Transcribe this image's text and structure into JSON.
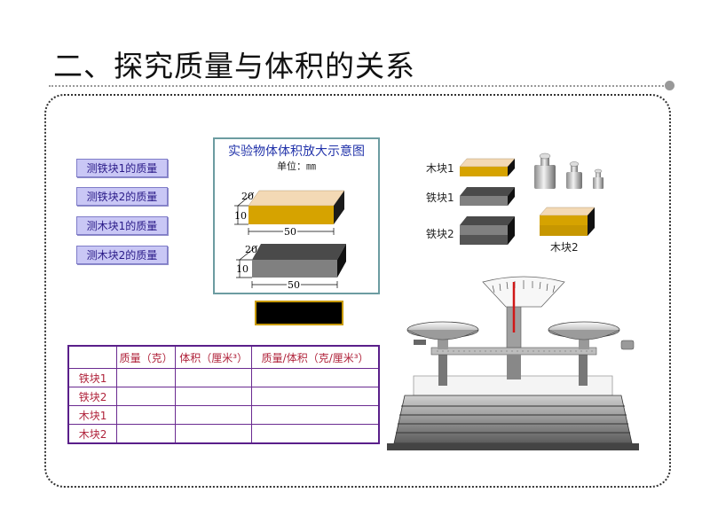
{
  "slide": {
    "title": "二、探究质量与体积的关系"
  },
  "buttons": [
    {
      "label": "测铁块1的质量"
    },
    {
      "label": "测铁块2的质量"
    },
    {
      "label": "测木块1的质量"
    },
    {
      "label": "测木块2的质量"
    }
  ],
  "diagram": {
    "title": "实验物体体积放大示意图",
    "unit": "单位：㎜",
    "top_block": {
      "depth": "20",
      "height": "10",
      "width": "50"
    },
    "bottom_block": {
      "depth": "20",
      "height": "10",
      "width": "50"
    }
  },
  "table": {
    "headers": [
      "",
      "质量（克）",
      "体积（厘米³）",
      "质量/体积（克/厘米³）"
    ],
    "rows": [
      "铁块1",
      "铁块2",
      "木块1",
      "木块2"
    ]
  },
  "objects": {
    "wood1_label": "木块1",
    "iron1_label": "铁块1",
    "iron2_label": "铁块2",
    "wood2_label": "木块2"
  },
  "colors": {
    "wood": "#d6a300",
    "wood_top": "#f3d9b5",
    "iron": "#808080",
    "iron_top": "#4a4a4a",
    "button_bg": "#c9c7f5",
    "table_border": "#5a1f8a"
  }
}
